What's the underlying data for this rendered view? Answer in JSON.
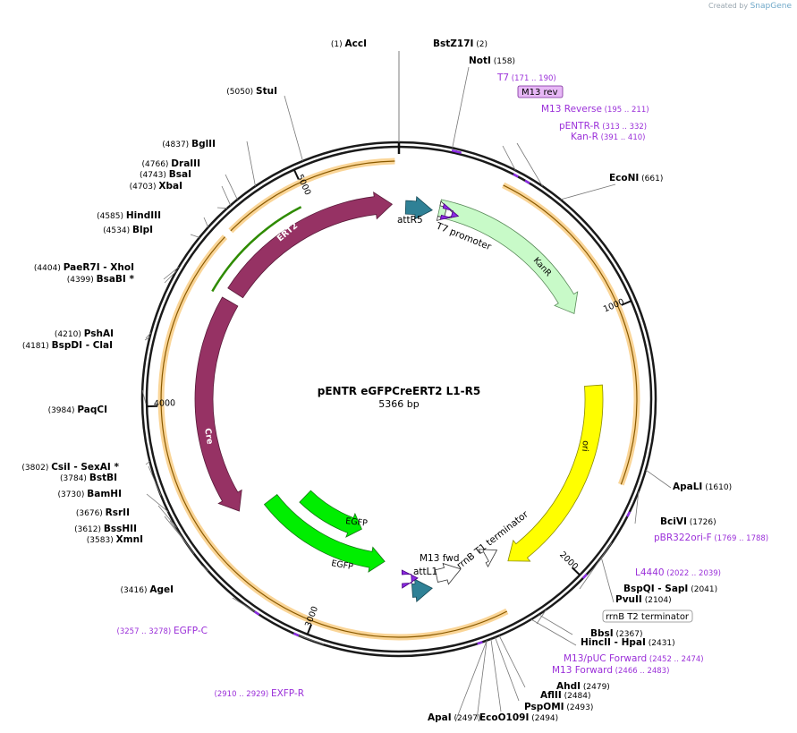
{
  "credit": {
    "prefix": "Created by",
    "brand": "SnapGene"
  },
  "plasmid": {
    "name": "pENTR eGFPCreERT2 L1-R5",
    "size": "5366 bp",
    "length": 5366
  },
  "ticks": [
    {
      "bp": 1000,
      "label": "1000"
    },
    {
      "bp": 2000,
      "label": "2000"
    },
    {
      "bp": 3000,
      "label": "3000"
    },
    {
      "bp": 4000,
      "label": "4000"
    },
    {
      "bp": 5000,
      "label": "5000"
    }
  ],
  "enzymes": [
    {
      "pos": "(1)",
      "name": "AccI"
    },
    {
      "pos": "(2)",
      "name": "BstZ17I"
    },
    {
      "pos": "(158)",
      "name": "NotI"
    },
    {
      "pos": "(661)",
      "name": "EcoNI"
    },
    {
      "pos": "(1610)",
      "name": "ApaLI"
    },
    {
      "pos": "(1726)",
      "name": "BciVI"
    },
    {
      "pos": "(2041)",
      "name": "BspQI - SapI"
    },
    {
      "pos": "(2104)",
      "name": "PvuII"
    },
    {
      "pos": "(2367)",
      "name": "BbsI"
    },
    {
      "pos": "(2431)",
      "name": "HincII - HpaI"
    },
    {
      "pos": "(2479)",
      "name": "AhdI"
    },
    {
      "pos": "(2484)",
      "name": "AflII"
    },
    {
      "pos": "(2493)",
      "name": "PspOMI"
    },
    {
      "pos": "(2494)",
      "name": "EcoO109I"
    },
    {
      "pos": "(2497)",
      "name": "ApaI"
    },
    {
      "pos": "(3416)",
      "name": "AgeI"
    },
    {
      "pos": "(3583)",
      "name": "XmnI"
    },
    {
      "pos": "(3612)",
      "name": "BssHII"
    },
    {
      "pos": "(3676)",
      "name": "RsrII"
    },
    {
      "pos": "(3730)",
      "name": "BamHI"
    },
    {
      "pos": "(3784)",
      "name": "BstBI"
    },
    {
      "pos": "(3802)",
      "name": "CsiI - SexAI *"
    },
    {
      "pos": "(3984)",
      "name": "PaqCI"
    },
    {
      "pos": "(4181)",
      "name": "BspDI - ClaI"
    },
    {
      "pos": "(4210)",
      "name": "PshAI"
    },
    {
      "pos": "(4399)",
      "name": "BsaBI *"
    },
    {
      "pos": "(4404)",
      "name": "PaeR7I - XhoI"
    },
    {
      "pos": "(4534)",
      "name": "BlpI"
    },
    {
      "pos": "(4585)",
      "name": "HindIII"
    },
    {
      "pos": "(4703)",
      "name": "XbaI"
    },
    {
      "pos": "(4743)",
      "name": "BsaI"
    },
    {
      "pos": "(4766)",
      "name": "DraIII"
    },
    {
      "pos": "(4837)",
      "name": "BglII"
    },
    {
      "pos": "(5050)",
      "name": "StuI"
    }
  ],
  "primers": [
    {
      "name": "T7",
      "range": "(171 .. 190)"
    },
    {
      "name": "M13 rev",
      "range": ""
    },
    {
      "name": "M13 Reverse",
      "range": "(195 .. 211)"
    },
    {
      "name": "pENTR-R",
      "range": "(313 .. 332)"
    },
    {
      "name": "Kan-R",
      "range": "(391 .. 410)"
    },
    {
      "name": "pBR322ori-F",
      "range": "(1769 .. 1788)"
    },
    {
      "name": "L4440",
      "range": "(2022 .. 2039)"
    },
    {
      "name": "M13/pUC Forward",
      "range": "(2452 .. 2474)"
    },
    {
      "name": "M13 Forward",
      "range": "(2466 .. 2483)"
    },
    {
      "name": "EXFP-R",
      "range": "(2910 .. 2929)"
    },
    {
      "name": "EGFP-C",
      "range": "(3257 .. 3278)"
    }
  ],
  "features": [
    {
      "name": "attR5",
      "type": "attR"
    },
    {
      "name": "T7 promoter",
      "type": "promoter"
    },
    {
      "name": "KanR",
      "type": "CDS"
    },
    {
      "name": "ori",
      "type": "rep_origin"
    },
    {
      "name": "rrnB T1 terminator",
      "type": "terminator"
    },
    {
      "name": "rrnB T2 terminator",
      "type": "terminator"
    },
    {
      "name": "M13 fwd",
      "type": "primer_bind"
    },
    {
      "name": "attL1",
      "type": "attL"
    },
    {
      "name": "EGFP",
      "type": "CDS"
    },
    {
      "name": "EGFP",
      "type": "CDS"
    },
    {
      "name": "Cre",
      "type": "CDS"
    },
    {
      "name": "ERT2",
      "type": "CDS"
    }
  ],
  "colors": {
    "enzyme_text": "#000000",
    "primer_text": "#9b30d9",
    "orf_fill": "#f5b342",
    "kanr_fill": "#c8fac8",
    "ori_fill": "#ffff00",
    "egfp_fill": "#00ee00",
    "cre_fill": "#963264",
    "att_fill": "#2f8196",
    "ert_orf": "#2e8b00"
  }
}
